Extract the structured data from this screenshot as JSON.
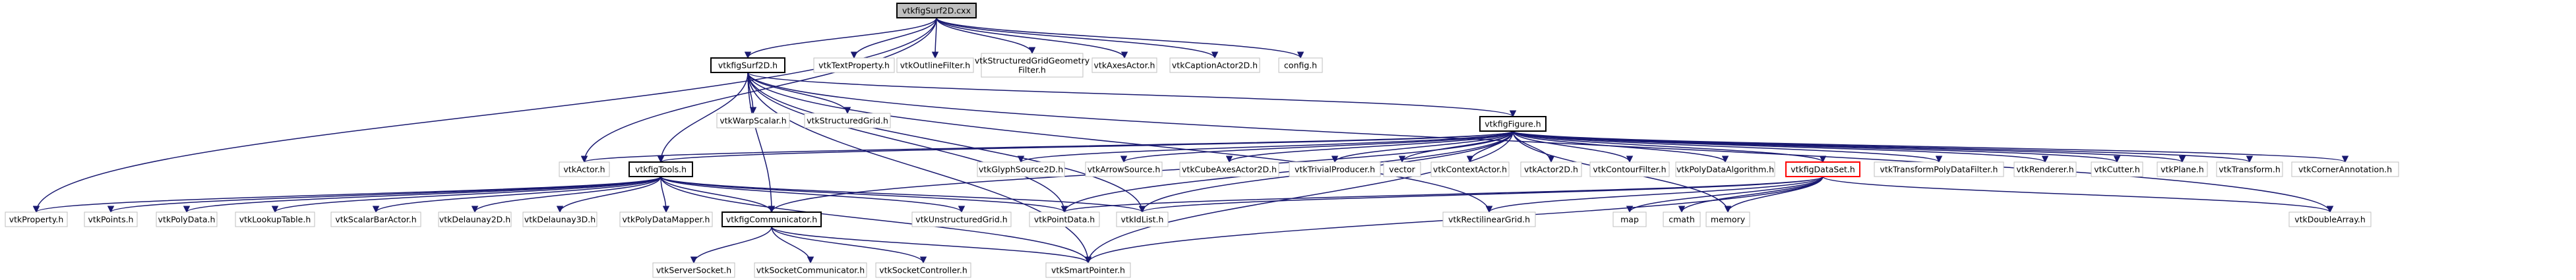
{
  "nodes": [
    {
      "id": "root",
      "label": "vtkfigSurf2D.cxx",
      "style": "root"
    },
    {
      "id": "vtkfigSurf2D",
      "label": "vtkfigSurf2D.h",
      "style": "linked"
    },
    {
      "id": "vtkTextProperty",
      "label": "vtkTextProperty.h",
      "style": "plain"
    },
    {
      "id": "vtkOutlineFilter",
      "label": "vtkOutlineFilter.h",
      "style": "plain"
    },
    {
      "id": "vtkStructuredGridGeometryFilter",
      "label": [
        "vtkStructuredGridGeometry",
        "Filter.h"
      ],
      "style": "plain"
    },
    {
      "id": "vtkAxesActor",
      "label": "vtkAxesActor.h",
      "style": "plain"
    },
    {
      "id": "vtkCaptionActor2D",
      "label": "vtkCaptionActor2D.h",
      "style": "plain"
    },
    {
      "id": "config",
      "label": "config.h",
      "style": "plain"
    },
    {
      "id": "vtkWarpScalar",
      "label": "vtkWarpScalar.h",
      "style": "plain"
    },
    {
      "id": "vtkStructuredGrid",
      "label": "vtkStructuredGrid.h",
      "style": "plain"
    },
    {
      "id": "vtkfigFigure",
      "label": "vtkfigFigure.h",
      "style": "linked"
    },
    {
      "id": "vtkActor",
      "label": "vtkActor.h",
      "style": "plain"
    },
    {
      "id": "vtkfigTools",
      "label": "vtkfigTools.h",
      "style": "linked"
    },
    {
      "id": "vtkGlyphSource2D",
      "label": "vtkGlyphSource2D.h",
      "style": "plain"
    },
    {
      "id": "vtkArrowSource",
      "label": "vtkArrowSource.h",
      "style": "plain"
    },
    {
      "id": "vtkCubeAxesActor2D",
      "label": "vtkCubeAxesActor2D.h",
      "style": "plain"
    },
    {
      "id": "vtkTrivialProducer",
      "label": "vtkTrivialProducer.h",
      "style": "plain"
    },
    {
      "id": "vector",
      "label": "vector",
      "style": "plain"
    },
    {
      "id": "vtkContextActor",
      "label": "vtkContextActor.h",
      "style": "plain"
    },
    {
      "id": "vtkActor2D",
      "label": "vtkActor2D.h",
      "style": "plain"
    },
    {
      "id": "vtkContourFilter",
      "label": "vtkContourFilter.h",
      "style": "plain"
    },
    {
      "id": "vtkPolyDataAlgorithm",
      "label": "vtkPolyDataAlgorithm.h",
      "style": "plain"
    },
    {
      "id": "vtkfigDataSet",
      "label": "vtkfigDataSet.h",
      "style": "red"
    },
    {
      "id": "vtkTransformPolyDataFilter",
      "label": "vtkTransformPolyDataFilter.h",
      "style": "plain"
    },
    {
      "id": "vtkRenderer",
      "label": "vtkRenderer.h",
      "style": "plain"
    },
    {
      "id": "vtkCutter",
      "label": "vtkCutter.h",
      "style": "plain"
    },
    {
      "id": "vtkPlane",
      "label": "vtkPlane.h",
      "style": "plain"
    },
    {
      "id": "vtkTransform",
      "label": "vtkTransform.h",
      "style": "plain"
    },
    {
      "id": "vtkCornerAnnotation",
      "label": "vtkCornerAnnotation.h",
      "style": "plain"
    },
    {
      "id": "vtkProperty",
      "label": "vtkProperty.h",
      "style": "plain"
    },
    {
      "id": "vtkPoints",
      "label": "vtkPoints.h",
      "style": "plain"
    },
    {
      "id": "vtkPolyData",
      "label": "vtkPolyData.h",
      "style": "plain"
    },
    {
      "id": "vtkLookupTable",
      "label": "vtkLookupTable.h",
      "style": "plain"
    },
    {
      "id": "vtkScalarBarActor",
      "label": "vtkScalarBarActor.h",
      "style": "plain"
    },
    {
      "id": "vtkDelaunay2D",
      "label": "vtkDelaunay2D.h",
      "style": "plain"
    },
    {
      "id": "vtkDelaunay3D",
      "label": "vtkDelaunay3D.h",
      "style": "plain"
    },
    {
      "id": "vtkPolyDataMapper",
      "label": "vtkPolyDataMapper.h",
      "style": "plain"
    },
    {
      "id": "vtkfigCommunicator",
      "label": "vtkfigCommunicator.h",
      "style": "linked"
    },
    {
      "id": "vtkUnstructuredGrid",
      "label": "vtkUnstructuredGrid.h",
      "style": "plain"
    },
    {
      "id": "vtkPointData",
      "label": "vtkPointData.h",
      "style": "plain"
    },
    {
      "id": "vtkIdList",
      "label": "vtkIdList.h",
      "style": "plain"
    },
    {
      "id": "vtkRectilinearGrid",
      "label": "vtkRectilinearGrid.h",
      "style": "plain"
    },
    {
      "id": "map",
      "label": "map",
      "style": "plain"
    },
    {
      "id": "cmath",
      "label": "cmath",
      "style": "plain"
    },
    {
      "id": "memory",
      "label": "memory",
      "style": "plain"
    },
    {
      "id": "vtkDoubleArray",
      "label": "vtkDoubleArray.h",
      "style": "plain"
    },
    {
      "id": "vtkServerSocket",
      "label": "vtkServerSocket.h",
      "style": "plain"
    },
    {
      "id": "vtkSocketCommunicator",
      "label": "vtkSocketCommunicator.h",
      "style": "plain"
    },
    {
      "id": "vtkSocketController",
      "label": "vtkSocketController.h",
      "style": "plain"
    },
    {
      "id": "vtkSmartPointer",
      "label": "vtkSmartPointer.h",
      "style": "plain"
    }
  ],
  "edges": [
    [
      "root",
      "vtkfigSurf2D"
    ],
    [
      "root",
      "vtkTextProperty"
    ],
    [
      "root",
      "vtkOutlineFilter"
    ],
    [
      "root",
      "vtkStructuredGridGeometryFilter"
    ],
    [
      "root",
      "vtkAxesActor"
    ],
    [
      "root",
      "vtkCaptionActor2D"
    ],
    [
      "root",
      "config"
    ],
    [
      "root",
      "vtkActor"
    ],
    [
      "root",
      "vtkProperty"
    ],
    [
      "vtkfigSurf2D",
      "vtkWarpScalar"
    ],
    [
      "vtkfigSurf2D",
      "vtkStructuredGrid"
    ],
    [
      "vtkfigSurf2D",
      "vtkfigFigure"
    ],
    [
      "vtkfigSurf2D",
      "vtkfigTools"
    ],
    [
      "vtkfigSurf2D",
      "vtkfigCommunicator"
    ],
    [
      "vtkfigSurf2D",
      "vtkPointData"
    ],
    [
      "vtkfigSurf2D",
      "vtkIdList"
    ],
    [
      "vtkfigSurf2D",
      "vtkRectilinearGrid"
    ],
    [
      "vtkfigSurf2D",
      "vtkDoubleArray"
    ],
    [
      "vtkfigSurf2D",
      "vtkSmartPointer"
    ],
    [
      "vtkfigFigure",
      "vtkActor"
    ],
    [
      "vtkfigFigure",
      "vtkfigTools"
    ],
    [
      "vtkfigFigure",
      "vtkGlyphSource2D"
    ],
    [
      "vtkfigFigure",
      "vtkArrowSource"
    ],
    [
      "vtkfigFigure",
      "vtkCubeAxesActor2D"
    ],
    [
      "vtkfigFigure",
      "vtkTrivialProducer"
    ],
    [
      "vtkfigFigure",
      "vector"
    ],
    [
      "vtkfigFigure",
      "vtkContextActor"
    ],
    [
      "vtkfigFigure",
      "vtkActor2D"
    ],
    [
      "vtkfigFigure",
      "vtkContourFilter"
    ],
    [
      "vtkfigFigure",
      "vtkPolyDataAlgorithm"
    ],
    [
      "vtkfigFigure",
      "vtkfigDataSet"
    ],
    [
      "vtkfigFigure",
      "vtkTransformPolyDataFilter"
    ],
    [
      "vtkfigFigure",
      "vtkRenderer"
    ],
    [
      "vtkfigFigure",
      "vtkCutter"
    ],
    [
      "vtkfigFigure",
      "vtkPlane"
    ],
    [
      "vtkfigFigure",
      "vtkTransform"
    ],
    [
      "vtkfigFigure",
      "vtkCornerAnnotation"
    ],
    [
      "vtkfigFigure",
      "vtkfigCommunicator"
    ],
    [
      "vtkfigFigure",
      "vtkPointData"
    ],
    [
      "vtkfigFigure",
      "vtkIdList"
    ],
    [
      "vtkfigFigure",
      "vtkSmartPointer"
    ],
    [
      "vtkfigFigure",
      "memory"
    ],
    [
      "vtkfigTools",
      "vtkProperty"
    ],
    [
      "vtkfigTools",
      "vtkPoints"
    ],
    [
      "vtkfigTools",
      "vtkPolyData"
    ],
    [
      "vtkfigTools",
      "vtkLookupTable"
    ],
    [
      "vtkfigTools",
      "vtkScalarBarActor"
    ],
    [
      "vtkfigTools",
      "vtkDelaunay2D"
    ],
    [
      "vtkfigTools",
      "vtkDelaunay3D"
    ],
    [
      "vtkfigTools",
      "vtkPolyDataMapper"
    ],
    [
      "vtkfigTools",
      "vtkfigCommunicator"
    ],
    [
      "vtkfigTools",
      "vtkUnstructuredGrid"
    ],
    [
      "vtkfigTools",
      "vtkPointData"
    ],
    [
      "vtkfigTools",
      "vtkIdList"
    ],
    [
      "vtkfigTools",
      "vtkSmartPointer"
    ],
    [
      "vtkfigDataSet",
      "vtkPointData"
    ],
    [
      "vtkfigDataSet",
      "vtkIdList"
    ],
    [
      "vtkfigDataSet",
      "vtkRectilinearGrid"
    ],
    [
      "vtkfigDataSet",
      "map"
    ],
    [
      "vtkfigDataSet",
      "cmath"
    ],
    [
      "vtkfigDataSet",
      "memory"
    ],
    [
      "vtkfigDataSet",
      "vtkDoubleArray"
    ],
    [
      "vtkfigDataSet",
      "vtkSmartPointer"
    ],
    [
      "vtkfigCommunicator",
      "vtkServerSocket"
    ],
    [
      "vtkfigCommunicator",
      "vtkSocketCommunicator"
    ],
    [
      "vtkfigCommunicator",
      "vtkSocketController"
    ],
    [
      "vtkfigCommunicator",
      "vtkSmartPointer"
    ]
  ]
}
